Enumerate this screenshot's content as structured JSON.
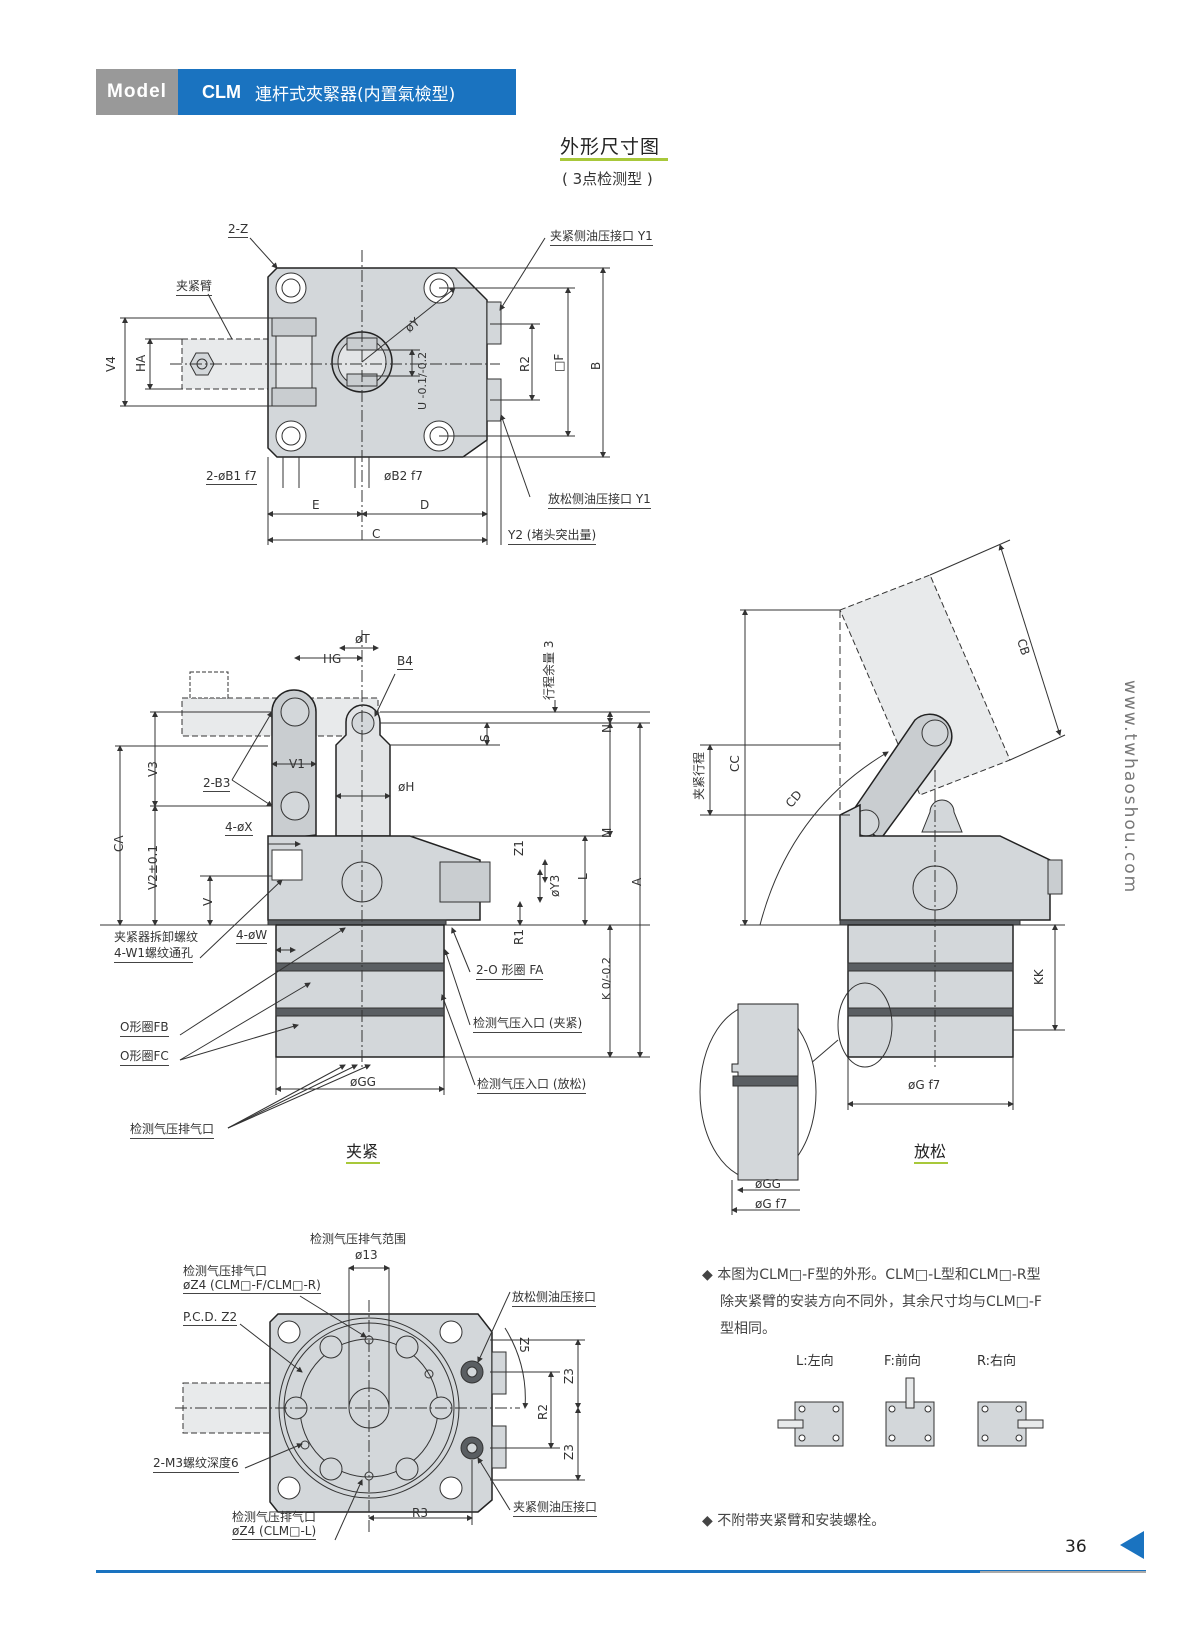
{
  "header": {
    "model_label": "Model",
    "model_code": "CLM",
    "model_name": "連杆式夾緊器(内置氣檢型)"
  },
  "title": {
    "main": "外形尺寸图",
    "sub": "( 3点检测型 )"
  },
  "top_view": {
    "labels": {
      "corner": "2-Z",
      "arm": "夹紧臂",
      "clamp_port": "夹紧侧油压接口 Y1",
      "release_port": "放松侧油压接口 Y1",
      "phi_y": "øY",
      "v4": "V4",
      "ha": "HA",
      "u": "U -0.1/-0.2",
      "r2": "R2",
      "f": "□F",
      "b": "B",
      "b1": "2-øB1 f7",
      "b2": "øB2 f7",
      "e": "E",
      "d": "D",
      "c": "C",
      "y2": "Y2 (堵头突出量)"
    }
  },
  "clamp_view": {
    "caption": "夹紧",
    "labels": {
      "phi_t": "øT",
      "hg": "HG",
      "b4": "B4",
      "stroke_margin": "行程余量 3",
      "n": "N",
      "s": "S",
      "v3": "V3",
      "v1": "V1",
      "b3": "2-B3",
      "phi_h": "øH",
      "ca": "CA",
      "x": "4-øX",
      "m": "M",
      "v2": "V2±0.1",
      "z1": "Z1",
      "y3": "øY3",
      "l": "L",
      "a": "A",
      "v": "V",
      "remove_thread": "夹紧器拆卸螺纹",
      "w1": "4-W1螺纹通孔",
      "w": "4-øW",
      "r1": "R1",
      "fa": "2-O 形圈 FA",
      "k": "K 0/-0.2",
      "fb": "O形圈FB",
      "fc": "O形圈FC",
      "air_in_clamp": "检测气压入口 (夹紧)",
      "air_in_release": "检测气压入口 (放松)",
      "gg": "øGG",
      "exhaust": "检测气压排气口"
    }
  },
  "release_view": {
    "caption": "放松",
    "labels": {
      "cb": "CB",
      "cc": "CC",
      "cd": "CD",
      "clamp_stroke": "夹紧行程",
      "kk": "KK",
      "g": "øG f7",
      "detail_gg": "øGG",
      "detail_g": "øG f7"
    }
  },
  "bottom_view": {
    "labels": {
      "exhaust_range": "检测气压排气范围",
      "phi13": "ø13",
      "exhaust_port_fr_1": "检测气压排气口",
      "exhaust_port_fr_2": "øZ4 (CLM□-F/CLM□-R)",
      "release_port": "放松侧油压接口",
      "pcd": "P.C.D. Z2",
      "z5": "Z5",
      "z3a": "Z3",
      "r2": "R2",
      "z3b": "Z3",
      "m3": "2-M3螺纹深度6",
      "clamp_port": "夹紧侧油压接口",
      "exhaust_port_l_1": "检测气压排气口",
      "exhaust_port_l_2": "øZ4 (CLM□-L)",
      "r3": "R3"
    }
  },
  "notes": {
    "note1_line1": "◆ 本图为CLM□-F型的外形。CLM□-L型和CLM□-R型",
    "note1_line2": "除夹紧臂的安装方向不同外，其余尺寸均与CLM□-F",
    "note1_line3": "型相同。",
    "orientations": [
      "L:左向",
      "F:前向",
      "R:右向"
    ],
    "note2": "◆ 不附带夹紧臂和安装螺栓。"
  },
  "watermark": "www.twhaoshou.com",
  "footer": {
    "page_number": "36"
  },
  "colors": {
    "brand_blue": "#1a73c0",
    "model_gray": "#999999",
    "accent_green": "#a8c83a",
    "part_fill": "#d3d7da",
    "part_dark": "#5a5e62"
  }
}
